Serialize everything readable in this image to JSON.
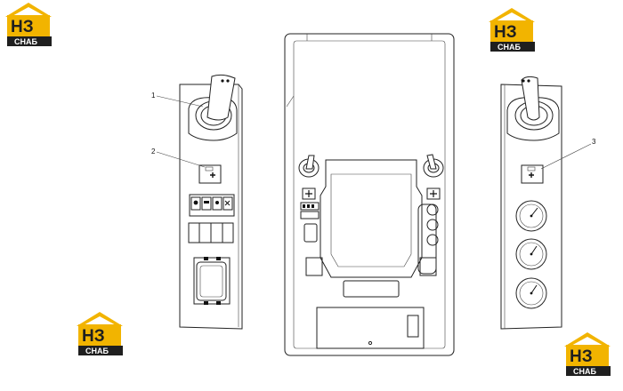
{
  "callouts": [
    {
      "number": "1",
      "target": "left-joystick"
    },
    {
      "number": "2",
      "target": "left-control-switch"
    },
    {
      "number": "3",
      "target": "right-control-switch"
    }
  ],
  "watermark": {
    "letters": "НЗ",
    "word": "СНАБ",
    "accent_color": "#f2b400",
    "dark_color": "#1f1f1f"
  }
}
